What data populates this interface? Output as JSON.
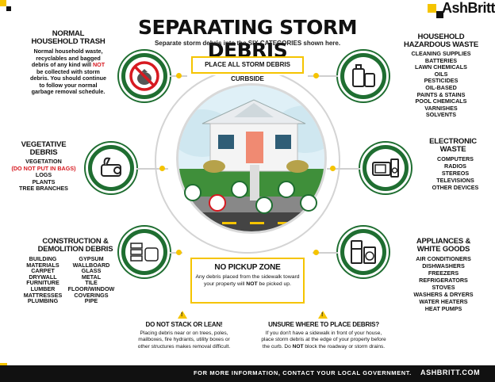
{
  "brand": {
    "logo": "AshBritt"
  },
  "header": {
    "title": "SEPARATING STORM DEBRIS",
    "subtitle": "Separate storm debris into the SIX CATEGORIES shown here.",
    "curbside": "PLACE ALL STORM DEBRIS CURBSIDE"
  },
  "normal_trash": {
    "title1": "NORMAL",
    "title2": "HOUSEHOLD TRASH",
    "body1": "Normal household waste,",
    "body2": "recyclables and bagged",
    "body3_pre": "debris of any kind will ",
    "body3_red": "NOT",
    "body4": "be collected with storm",
    "body5": "debris. You should continue",
    "body6": "to follow your normal",
    "body7": "garbage removal schedule."
  },
  "vegetative": {
    "title1": "VEGETATIVE",
    "title2": "DEBRIS",
    "item1": "VEGETATION",
    "item2": "(DO NOT PUT IN BAGS)",
    "item3": "LOGS",
    "item4": "PLANTS",
    "item5": "TREE BRANCHES"
  },
  "construction": {
    "title1": "CONSTRUCTION &",
    "title2": "DEMOLITION DEBRIS",
    "col1": [
      "BUILDING",
      "MATERIALS",
      "CARPET",
      "DRYWALL",
      "FURNITURE",
      "LUMBER",
      "MATTRESSES",
      "PLUMBING"
    ],
    "col2": [
      "GYPSUM",
      "WALLBOARD",
      "GLASS",
      "METAL",
      "TILE",
      "FLOOR/WINDOW",
      "COVERINGS",
      "PIPE"
    ]
  },
  "hazardous": {
    "title1": "HOUSEHOLD",
    "title2": "HAZARDOUS WASTE",
    "items": [
      "CLEANING SUPPLIES",
      "BATTERIES",
      "LAWN CHEMICALS",
      "OILS",
      "PESTICIDES",
      "OIL-BASED",
      "PAINTS & STAINS",
      "POOL CHEMICALS",
      "VARNISHES",
      "SOLVENTS"
    ]
  },
  "electronic": {
    "title1": "ELECTRONIC",
    "title2": "WASTE",
    "items": [
      "COMPUTERS",
      "RADIOS",
      "STEREOS",
      "TELEVISIONS",
      "OTHER DEVICES"
    ]
  },
  "appliances": {
    "title1": "APPLIANCES &",
    "title2": "WHITE GOODS",
    "items": [
      "AIR CONDITIONERS",
      "DISHWASHERS",
      "FREEZERS",
      "REFRIGERATORS",
      "STOVES",
      "WASHERS & DRYERS",
      "WATER HEATERS",
      "HEAT PUMPS"
    ]
  },
  "no_pickup": {
    "title": "NO PICKUP ZONE",
    "body1": "Any debris placed from the sidewalk toward",
    "body2_pre": "your property will ",
    "body2_bold": "NOT",
    "body2_post": " be picked up."
  },
  "stack": {
    "title": "DO NOT STACK OR LEAN!",
    "body1": "Placing debris near or on trees, poles,",
    "body2": "mailboxes, fire hydrants, utility boxes or",
    "body3": "other structures makes removal difficult."
  },
  "unsure": {
    "title": "UNSURE WHERE TO PLACE DEBRIS?",
    "body1": "If you don't have a sidewalk in front of your house,",
    "body2": "place storm debris at the edge of your property before",
    "body3_pre": "the curb. Do ",
    "body3_bold": "NOT",
    "body3_post": " block the roadway or storm drains."
  },
  "footer": {
    "info": "FOR MORE INFORMATION, CONTACT YOUR LOCAL GOVERNMENT.",
    "url": "ASHBRITT.COM"
  },
  "colors": {
    "green": "#1f6e31",
    "yellow": "#f5c400",
    "red": "#d71920"
  }
}
